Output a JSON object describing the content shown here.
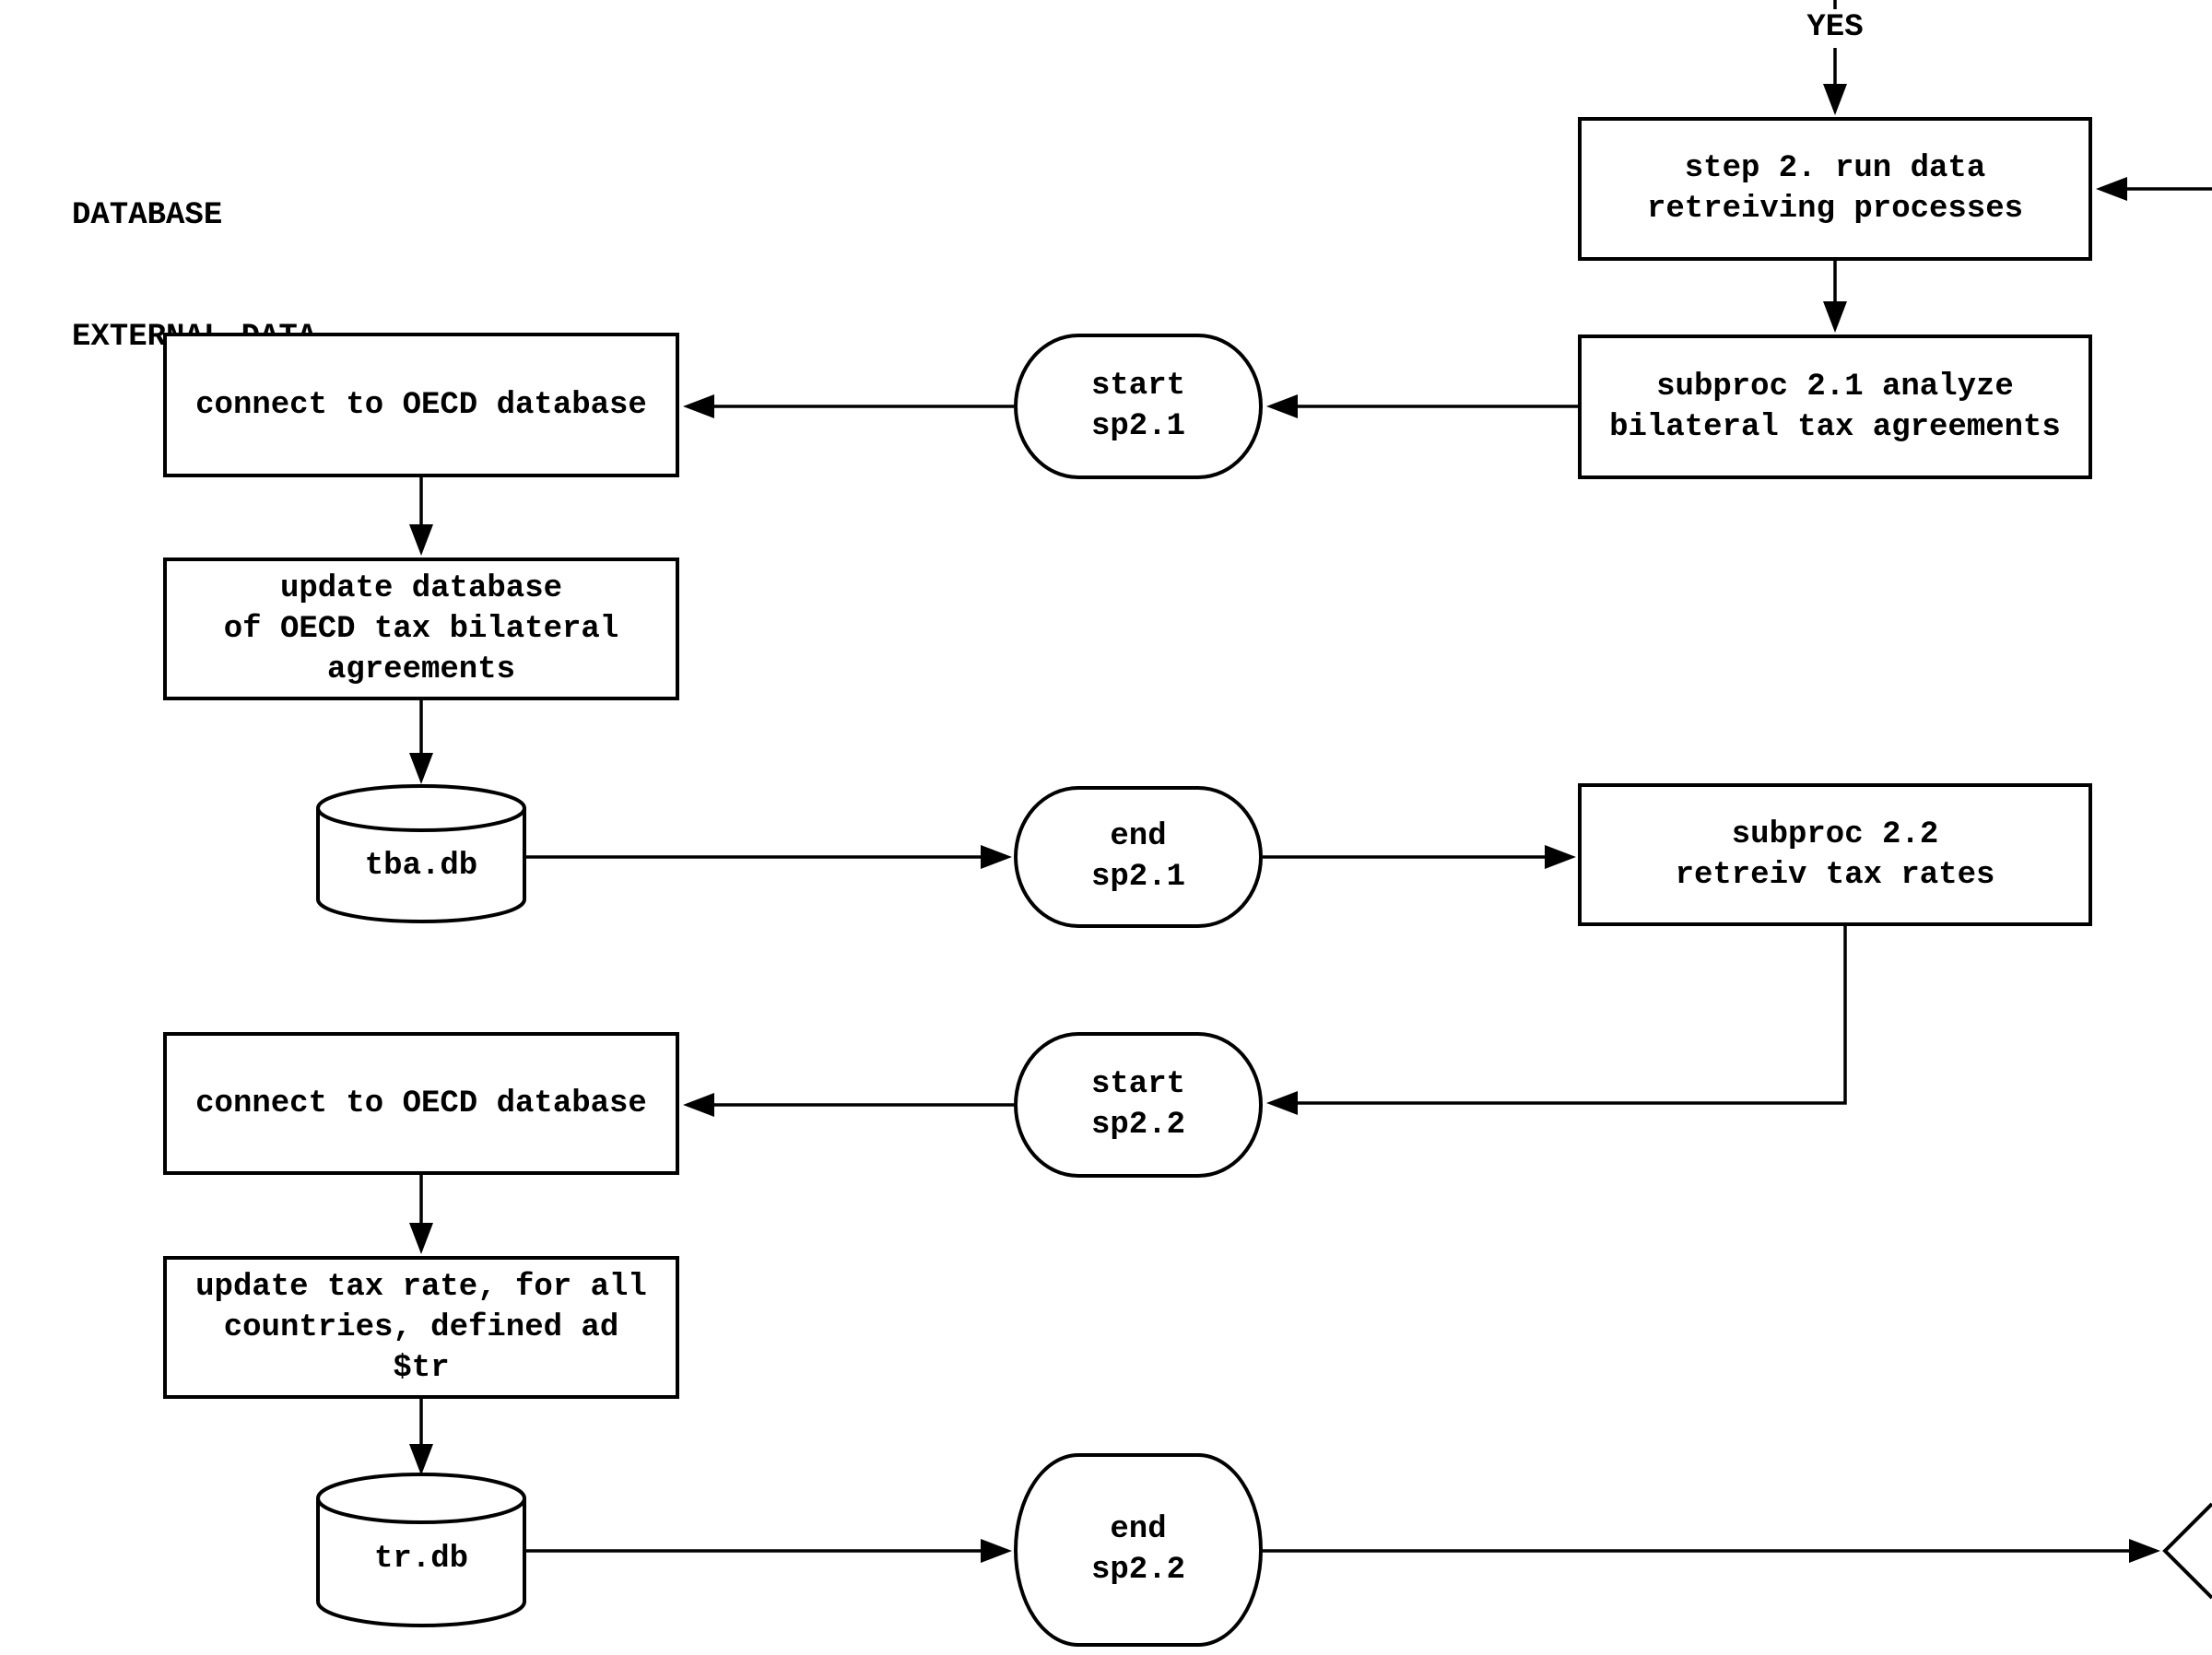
{
  "canvas": {
    "bg": "#ffffff",
    "ink": "#000000"
  },
  "region_label": {
    "lines": [
      "DATABASE",
      "EXTERNAL DATA"
    ]
  },
  "edge_labels": {
    "yes": "YES"
  },
  "nodes": {
    "step2": {
      "type": "process",
      "lines": [
        "step 2. run data",
        "retreiving processes"
      ]
    },
    "subproc21": {
      "type": "process",
      "lines": [
        "subproc 2.1 analyze",
        "bilateral tax agreements"
      ]
    },
    "start_sp21": {
      "type": "terminator",
      "lines": [
        "start",
        "sp2.1"
      ]
    },
    "connect_oecd_1": {
      "type": "process",
      "lines": [
        "connect to OECD database"
      ]
    },
    "update_tba": {
      "type": "process",
      "lines": [
        "update database",
        "of OECD tax bilateral",
        "agreements"
      ]
    },
    "tba_db": {
      "type": "database",
      "lines": [
        "tba.db"
      ]
    },
    "end_sp21": {
      "type": "terminator",
      "lines": [
        "end",
        "sp2.1"
      ]
    },
    "subproc22": {
      "type": "process",
      "lines": [
        "subproc 2.2",
        "retreiv tax rates"
      ]
    },
    "start_sp22": {
      "type": "terminator",
      "lines": [
        "start",
        "sp2.2"
      ]
    },
    "connect_oecd_2": {
      "type": "process",
      "lines": [
        "connect to OECD database"
      ]
    },
    "update_tr": {
      "type": "process",
      "lines": [
        "update tax rate, for all",
        "countries, defined ad",
        "$tr"
      ]
    },
    "tr_db": {
      "type": "database",
      "lines": [
        "tr.db"
      ]
    },
    "end_sp22": {
      "type": "terminator",
      "lines": [
        "end",
        "sp2.2"
      ]
    }
  }
}
